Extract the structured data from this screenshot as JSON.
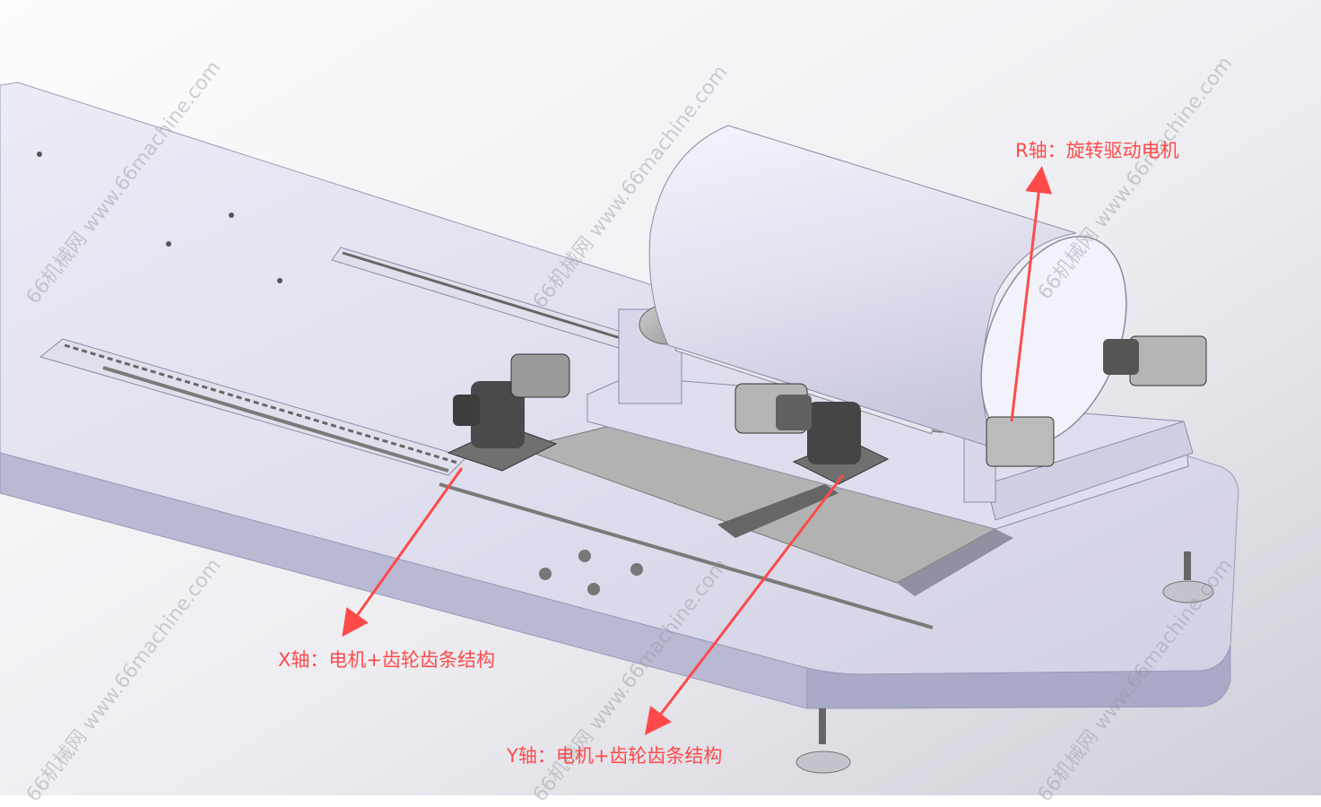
{
  "annotations": {
    "r_axis": "R轴：旋转驱动电机",
    "x_axis": "X轴：电机+齿轮齿条结构",
    "y_axis": "Y轴：电机+齿轮齿条结构"
  },
  "watermark": "66机械网 www.66machine.com",
  "colors": {
    "background_light": "#fafafc",
    "background_dark": "#d6d6de",
    "platform": "#dcdcec",
    "arrow": "#ff4a4a"
  }
}
